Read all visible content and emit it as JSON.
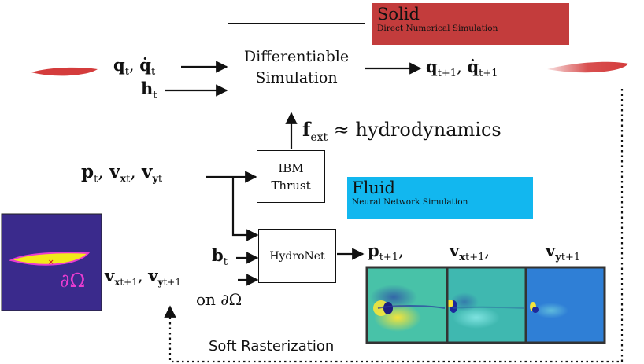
{
  "banners": {
    "solid": {
      "title": "Solid",
      "subtitle": "Direct Numerical Simulation",
      "color": "#c33c3c"
    },
    "fluid": {
      "title": "Fluid",
      "subtitle": "Neural Network Simulation",
      "color": "#12b7ef"
    }
  },
  "boxes": {
    "diff_sim": {
      "line1": "Differentiable",
      "line2": "Simulation"
    },
    "ibm": {
      "line1": "IBM",
      "line2": "Thrust"
    },
    "hydronet": {
      "label": "HydroNet"
    }
  },
  "math": {
    "q_t": "q",
    "q_t_sub": "t",
    "qdot_t": "q̇",
    "qdot_t_sub": "t",
    "h_t": "h",
    "h_t_sub": "t",
    "q_next": "q",
    "q_next_sub": "t+1",
    "qdot_next": "q̇",
    "qdot_next_sub": "t+1",
    "f_ext": "f",
    "f_ext_sub": "ext",
    "approx_text": "≈ hydrodynamics",
    "p_t": "p",
    "p_t_sub": "t",
    "vx_t": "v",
    "vx_t_sub": "x",
    "vx_t_subsub": "t",
    "vy_t": "v",
    "vy_t_sub": "y",
    "vy_t_subsub": "t",
    "b_t": "b",
    "b_t_sub": "t",
    "vx_next": "v",
    "vx_next_sub": "x",
    "vx_next_subsub": "t+1",
    "vy_next": "v",
    "vy_next_sub": "y",
    "vy_next_subsub": "t+1",
    "on_boundary": "on ∂Ω",
    "p_out": "p",
    "p_out_sub": "t+1",
    "vx_out": "v",
    "vx_out_sub": "x",
    "vx_out_subsub": "t+1",
    "vy_out": "v",
    "vy_out_sub": "y",
    "vy_out_subsub": "t+1",
    "comma": ","
  },
  "mask_label": "∂Ω",
  "soft_rasterization": "Soft Rasterization",
  "colors": {
    "mask_bg": "#3a2a8c",
    "mask_shape": "#f2ea1a",
    "mask_outline": "#e83cd0",
    "field_bg": "#45c4a6",
    "field_bg_right": "#2f7fd6",
    "fish": "#d43c3c"
  }
}
